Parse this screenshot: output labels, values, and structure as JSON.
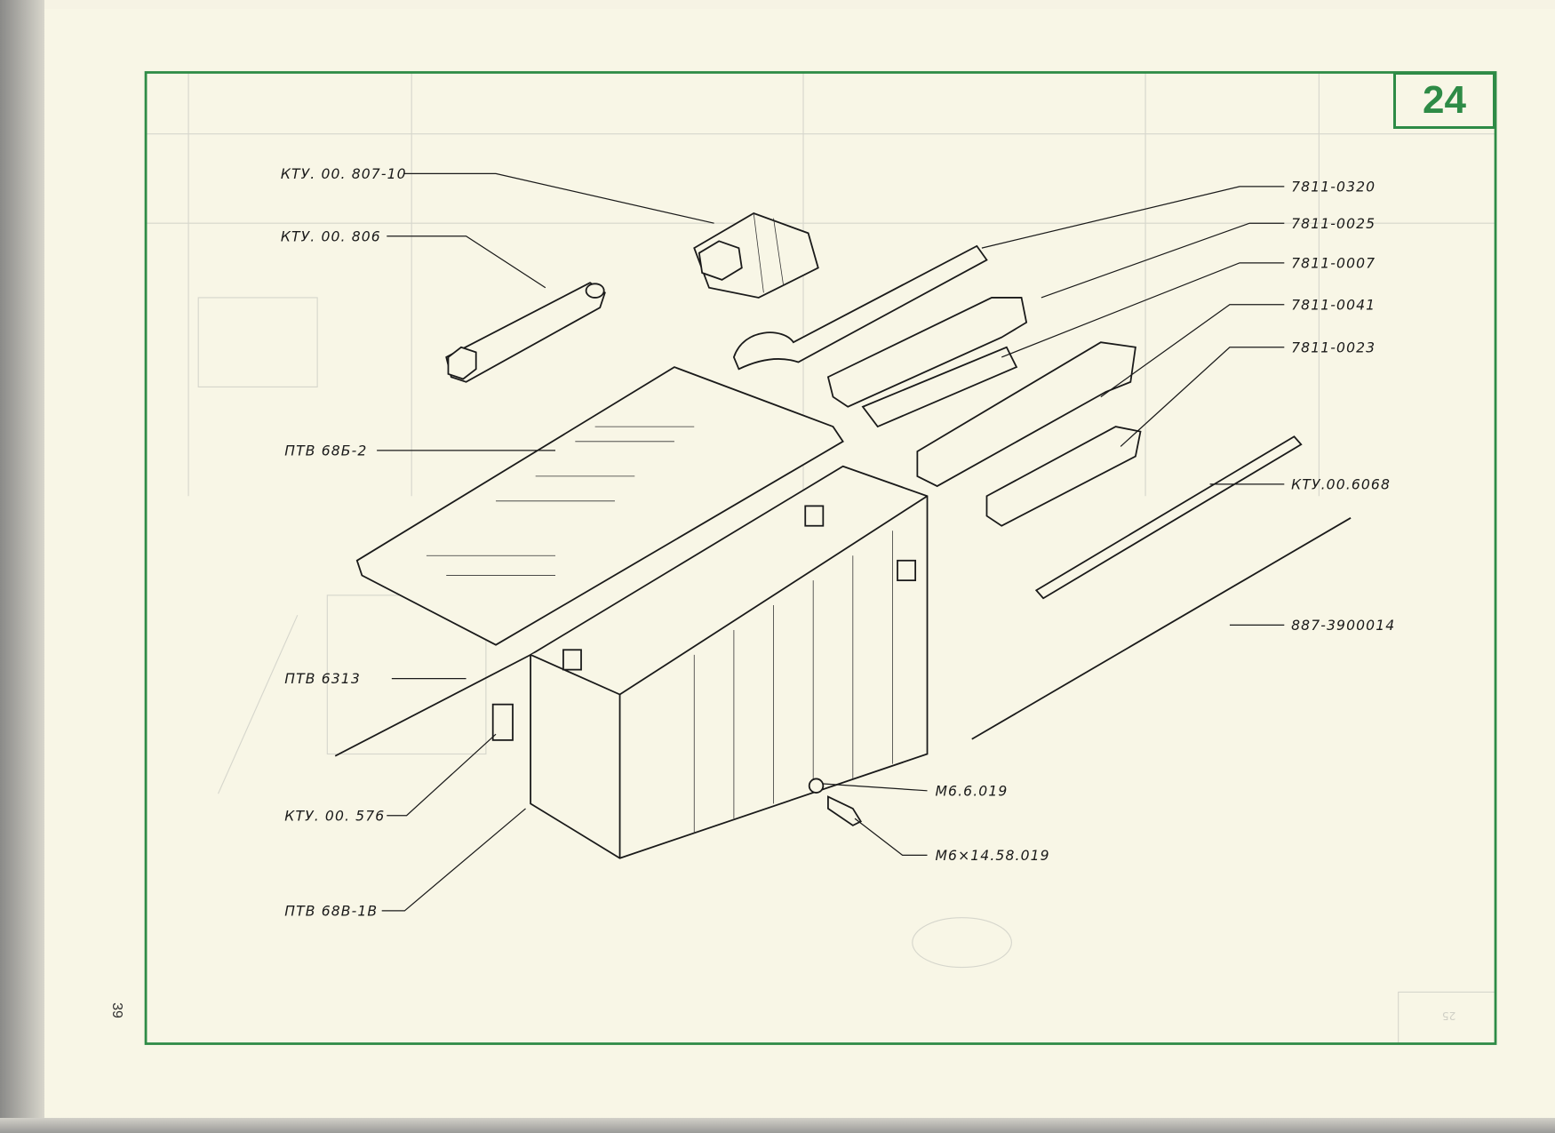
{
  "plate_number": "24",
  "page_number": "39",
  "faded_page_number": "25",
  "frame_color": "#2e8b46",
  "parts_left": [
    {
      "code": "КТУ. 00. 807-10"
    },
    {
      "code": "КТУ. 00. 806"
    },
    {
      "code": "ПТВ 68Б-2"
    },
    {
      "code": "ПТВ 6313"
    },
    {
      "code": "КТУ. 00. 576"
    },
    {
      "code": "ПТВ 68В-1В"
    }
  ],
  "parts_right": [
    {
      "code": "7811-0320"
    },
    {
      "code": "7811-0025"
    },
    {
      "code": "7811-0007"
    },
    {
      "code": "7811-0041"
    },
    {
      "code": "7811-0023"
    },
    {
      "code": "КТУ.00.6068"
    },
    {
      "code": "887-3900014"
    }
  ],
  "parts_bottom": [
    {
      "code": "М6.6.019"
    },
    {
      "code": "М6×14.58.019"
    }
  ]
}
